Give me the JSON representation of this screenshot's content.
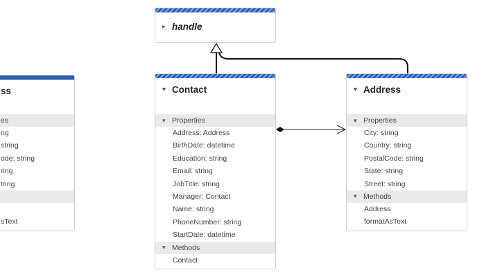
{
  "boxes": {
    "handle": {
      "title": "handle"
    },
    "contact": {
      "title": "Contact",
      "properties_label": "Properties",
      "properties": [
        "Address: Address",
        "BirthDate: datetime",
        "Education: string",
        "Email: string",
        "JobTitle: string",
        "Manager: Contact",
        "Name: string",
        "PhoneNumber: string",
        "StartDate: datetime"
      ],
      "methods_label": "Methods",
      "methods": [
        "Contact"
      ]
    },
    "address": {
      "title": "Address",
      "properties_label": "Properties",
      "properties": [
        "City: string",
        "Country: string",
        "PostalCode: string",
        "State: string",
        "Street: string"
      ],
      "methods_label": "Methods",
      "methods": [
        "Address",
        "formatAsText"
      ]
    },
    "left_partial": {
      "title_fragment": "ss",
      "section1_fragment": "es",
      "members_fragments": [
        "ng",
        "string",
        "ode: string",
        "ring",
        "tring"
      ],
      "methods_fragments": [
        "sText"
      ]
    }
  },
  "colors": {
    "header_stripe": "#2b5fb4",
    "section_bg": "#ebeaeb",
    "border": "#cfcfcf"
  }
}
